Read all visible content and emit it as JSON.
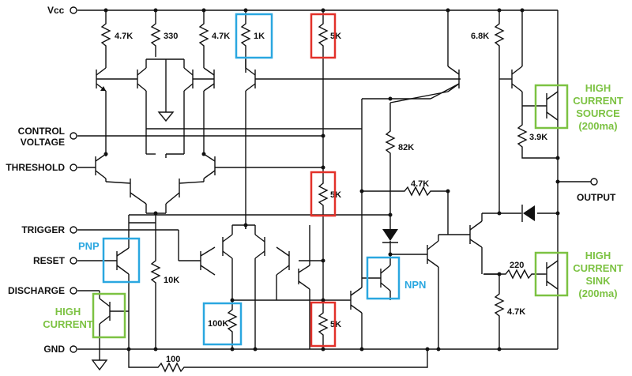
{
  "pins": {
    "vcc": "Vcc",
    "control_1": "CONTROL",
    "control_2": "VOLTAGE",
    "threshold": "THRESHOLD",
    "trigger": "TRIGGER",
    "reset": "RESET",
    "discharge": "DISCHARGE",
    "gnd": "GND",
    "output": "OUTPUT"
  },
  "resistors": {
    "r1": "4.7K",
    "r2": "330",
    "r3": "4.7K",
    "r4": "1K",
    "r5": "5K",
    "r6": "6.8K",
    "r7": "3.9K",
    "r8": "82K",
    "r9": "4.7K",
    "r10": "5K",
    "r11": "10K",
    "r12": "100K",
    "r13": "5K",
    "r14": "220",
    "r15": "4.7K",
    "r16": "100"
  },
  "annotations": {
    "pnp": "PNP",
    "npn": "NPN",
    "high_current_1": "HIGH",
    "high_current_2": "CURRENT",
    "source_1": "HIGH",
    "source_2": "CURRENT",
    "source_3": "SOURCE",
    "source_4": "(200ma)",
    "sink_1": "HIGH",
    "sink_2": "CURRENT",
    "sink_3": "SINK",
    "sink_4": "(200ma)"
  },
  "colors": {
    "voltage_divider_box": "#e2312a",
    "highlight_box": "#2aa7e0",
    "high_current_box": "#7cc242"
  }
}
